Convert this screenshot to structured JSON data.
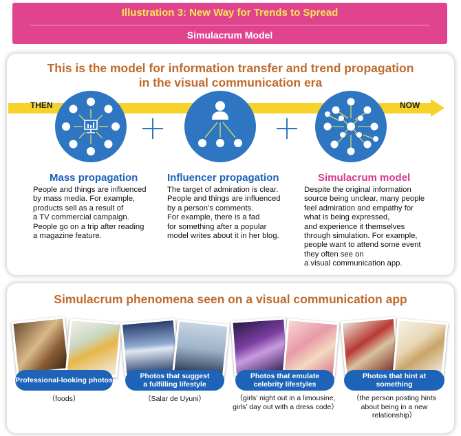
{
  "header": {
    "title": "Illustration 3: New Way for Trends to Spread",
    "subtitle": "Simulacrum Model"
  },
  "model_panel": {
    "heading_line1": "This is the model for information transfer and trend propagation",
    "heading_line2": "in the visual communication era",
    "then_label": "THEN",
    "now_label": "NOW",
    "columns": [
      {
        "title": "Mass propagation",
        "lines": [
          "People and things are influenced",
          "by mass media. For example,",
          "products sell as a result of",
          "a TV commercial campaign.",
          "People go on a trip after reading",
          "a magazine feature."
        ]
      },
      {
        "title": "Influencer propagation",
        "lines": [
          "The target of admiration is clear.",
          "People and things are influenced",
          "by a person’s comments.",
          "For example, there is a fad",
          "for something after a popular",
          "model writes about it in her blog."
        ]
      },
      {
        "title": "Simulacrum model",
        "lines": [
          "Despite the original information",
          "source being unclear, many people",
          "feel admiration and empathy for",
          "what is being expressed,",
          "and experience it themselves",
          "through simulation. For example,",
          "people want to attend some event",
          "they often see on",
          "a visual communication app."
        ]
      }
    ]
  },
  "phenomena_panel": {
    "heading": "Simulacrum phenomena seen on a visual communication app",
    "items": [
      {
        "label_lines": [
          "Professional-looking photos"
        ],
        "caption_lines": [
          "（foods）"
        ]
      },
      {
        "label_lines": [
          "Photos that suggest",
          "a fulfilling lifestyle"
        ],
        "caption_lines": [
          "（Salar de Uyuni）"
        ]
      },
      {
        "label_lines": [
          "Photos that emulate",
          "celebrity lifestyles"
        ],
        "caption_lines": [
          "（girls’ night out in a limousine,",
          "girls’ day out with a dress code）"
        ]
      },
      {
        "label_lines": [
          "Photos that hint at something"
        ],
        "caption_lines": [
          "（the person posting hints",
          "about being in a new",
          "relationship）"
        ]
      }
    ]
  },
  "colors": {
    "header_bg": "#e0448f",
    "header_title": "#f4e94e",
    "heading_orange": "#bf6a2f",
    "circle_blue": "#2f76c2",
    "title_blue": "#1d63b8",
    "title_pink": "#d6388d",
    "arrow_yellow": "#f7d22a"
  },
  "icons": [
    "tv-icon",
    "person-icon",
    "plus-icon",
    "arrow-right-icon"
  ]
}
